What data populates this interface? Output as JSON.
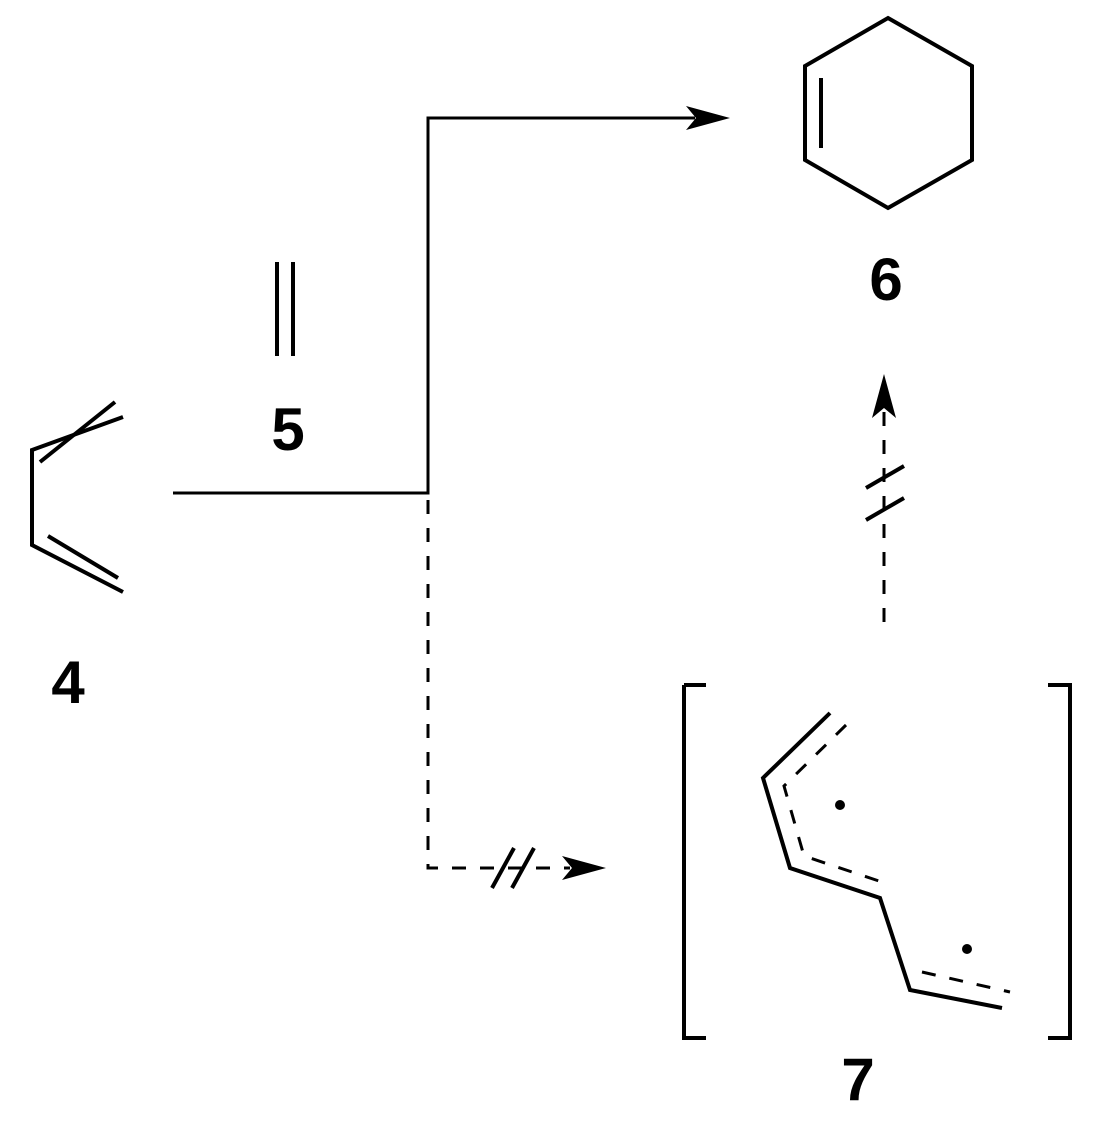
{
  "compounds": [
    {
      "id": "butadiene",
      "label": "4"
    },
    {
      "id": "ethylene",
      "label": "5"
    },
    {
      "id": "cyclohexene",
      "label": "6"
    },
    {
      "id": "diradical-intermediate",
      "label": "7"
    }
  ],
  "pathways": {
    "concerted": {
      "style": "solid",
      "blocked": false
    },
    "stepwise": {
      "style": "dashed",
      "blocked": true,
      "mark": "//"
    },
    "ring-closure": {
      "style": "dashed",
      "blocked": true,
      "mark": "//"
    }
  },
  "colors": {
    "ink": "#000000",
    "background": "#ffffff"
  }
}
